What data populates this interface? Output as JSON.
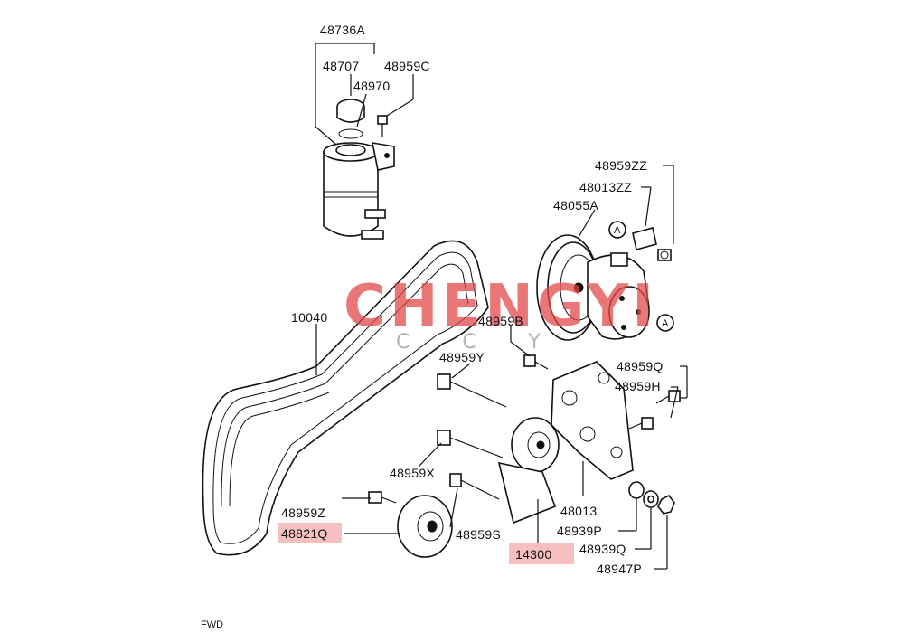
{
  "diagram": {
    "watermark": {
      "main": "CHENGYI",
      "sub": "CCY"
    },
    "corner_label": "FWD",
    "callouts": {
      "reservoir_assy": "48736A",
      "reservoir_cap": "48707",
      "reservoir_gasket": "48970",
      "reservoir_bolt": "48959C",
      "belt": "10040",
      "pump_bolt_zz": "48959ZZ",
      "pump_bracket_small": "48013ZZ",
      "pump_assy": "48055A",
      "bolt_b": "48959B",
      "bolt_y": "48959Y",
      "bolt_q": "48959Q",
      "bolt_h": "48959H",
      "bolt_x": "48959X",
      "bolt_z": "48959Z",
      "idler_pulley": "48821Q",
      "bolt_s": "48959S",
      "tensioner": "14300",
      "bracket": "48013",
      "washer_p": "48939P",
      "washer_q": "48939Q",
      "nut_p": "48947P",
      "ref_a_1": "A",
      "ref_a_2": "A"
    }
  }
}
